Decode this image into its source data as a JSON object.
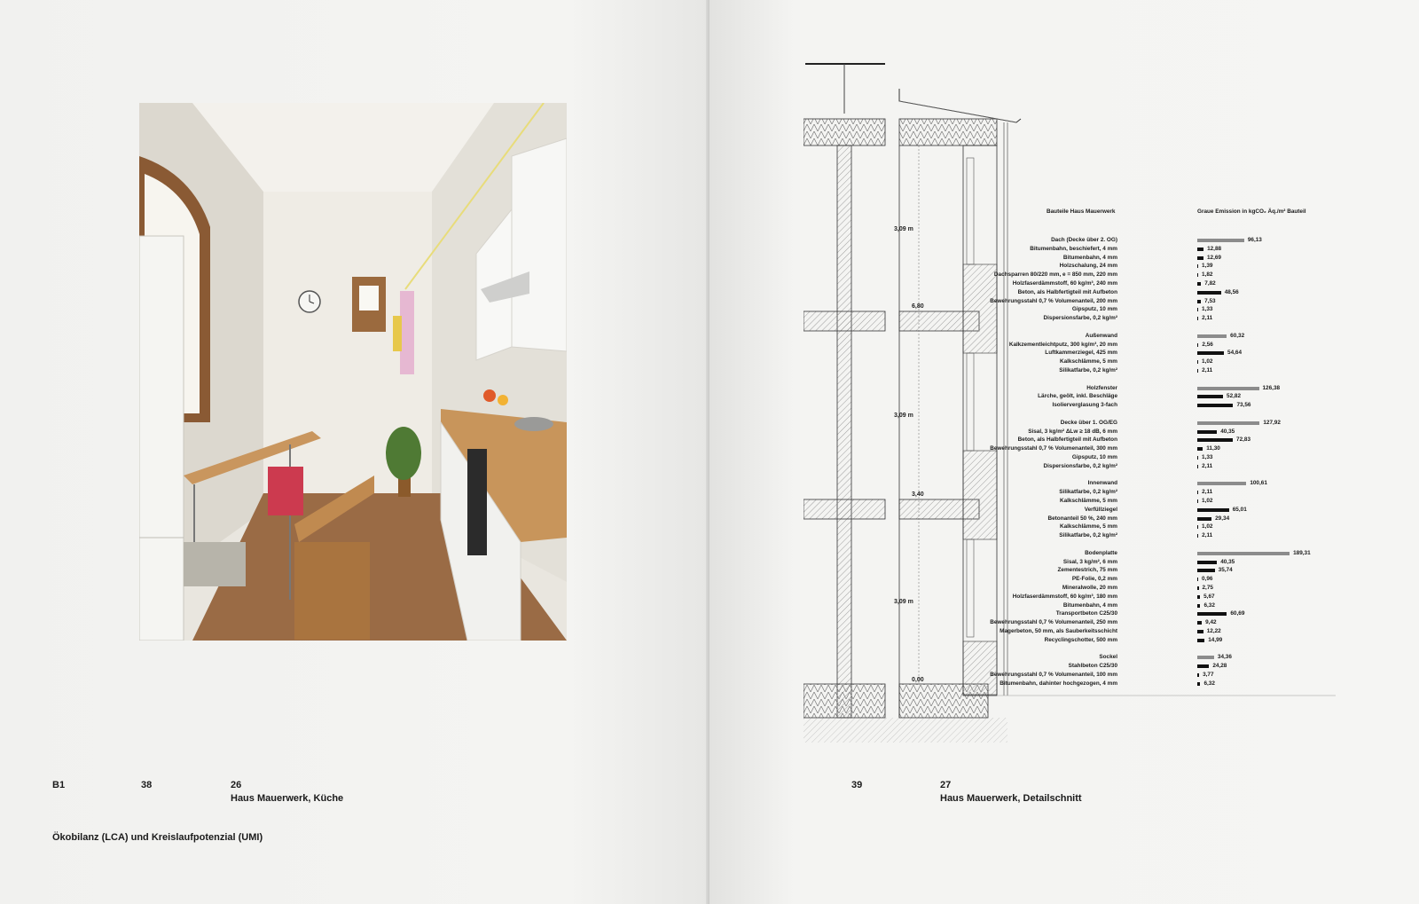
{
  "left_page": {
    "section_code": "B1",
    "page_number": "38",
    "figure_number": "26",
    "figure_caption": "Haus Mauerwerk, Küche",
    "section_title": "Ökobilanz (LCA) und Kreislaufpotenzial (UMI)"
  },
  "right_page": {
    "page_number": "39",
    "figure_number": "27",
    "figure_caption": "Haus Mauerwerk, Detailschnitt"
  },
  "drawing": {
    "level_labels": [
      "3,09 m",
      "6,80",
      "3,09 m",
      "3,40",
      "3,09 m",
      "0,00"
    ]
  },
  "chart_data": {
    "type": "bar",
    "title": "Graue Emission in kgCO₂ Äq./m² Bauteil",
    "category_header": "Bauteile Haus Mauerwerk",
    "groups": [
      {
        "name": "Dach (Decke über 2. OG)",
        "total": 96.13,
        "total_label": "96,13",
        "items": [
          {
            "name": "Bitumenbahn, beschiefert, 4 mm",
            "value": 12.88,
            "label": "12,88"
          },
          {
            "name": "Bitumenbahn, 4 mm",
            "value": 12.69,
            "label": "12,69"
          },
          {
            "name": "Holzschalung, 24 mm",
            "value": 1.39,
            "label": "1,39"
          },
          {
            "name": "Dachsparren 80/220 mm, e = 850 mm, 220 mm",
            "value": 1.82,
            "label": "1,82"
          },
          {
            "name": "Holzfaserdämmstoff, 60 kg/m³, 240 mm",
            "value": 7.82,
            "label": "7,82"
          },
          {
            "name": "Beton, als Halbfertigteil mit Aufbeton",
            "value": 48.56,
            "label": "48,56"
          },
          {
            "name": "Bewehrungsstahl 0,7 % Volumenanteil, 200 mm",
            "value": 7.53,
            "label": "7,53"
          },
          {
            "name": "Gipsputz, 10 mm",
            "value": 1.33,
            "label": "1,33"
          },
          {
            "name": "Dispersionsfarbe, 0,2 kg/m²",
            "value": 2.11,
            "label": "2,11"
          }
        ]
      },
      {
        "name": "Außenwand",
        "total": 60.32,
        "total_label": "60,32",
        "items": [
          {
            "name": "Kalkzementleichtputz, 300 kg/m³, 20 mm",
            "value": 2.56,
            "label": "2,56"
          },
          {
            "name": "Luftkammerziegel, 425 mm",
            "value": 54.64,
            "label": "54,64"
          },
          {
            "name": "Kalkschlämme, 5 mm",
            "value": 1.02,
            "label": "1,02"
          },
          {
            "name": "Silikatfarbe, 0,2 kg/m²",
            "value": 2.11,
            "label": "2,11"
          }
        ]
      },
      {
        "name": "Holzfenster",
        "total": 126.38,
        "total_label": "126,38",
        "items": [
          {
            "name": "Lärche, geölt, inkl. Beschläge",
            "value": 52.82,
            "label": "52,82"
          },
          {
            "name": "Isolierverglasung 3-fach",
            "value": 73.56,
            "label": "73,56"
          }
        ]
      },
      {
        "name": "Decke über 1. OG/EG",
        "total": 127.92,
        "total_label": "127,92",
        "items": [
          {
            "name": "Sisal, 3 kg/m² ΔLw ≥ 18 dB, 6 mm",
            "value": 40.35,
            "label": "40,35"
          },
          {
            "name": "Beton, als Halbfertigteil mit Aufbeton",
            "value": 72.83,
            "label": "72,83"
          },
          {
            "name": "Bewehrungsstahl 0,7 % Volumenanteil, 300 mm",
            "value": 11.3,
            "label": "11,30"
          },
          {
            "name": "Gipsputz, 10 mm",
            "value": 1.33,
            "label": "1,33"
          },
          {
            "name": "Dispersionsfarbe, 0,2 kg/m²",
            "value": 2.11,
            "label": "2,11"
          }
        ]
      },
      {
        "name": "Innenwand",
        "total": 100.61,
        "total_label": "100,61",
        "items": [
          {
            "name": "Silikatfarbe, 0,2 kg/m²",
            "value": 2.11,
            "label": "2,11"
          },
          {
            "name": "Kalkschlämme, 5 mm",
            "value": 1.02,
            "label": "1,02"
          },
          {
            "name": "Verfüllziegel",
            "value": 65.01,
            "label": "65,01"
          },
          {
            "name": "Betonanteil 50 %, 240 mm",
            "value": 29.34,
            "label": "29,34"
          },
          {
            "name": "Kalkschlämme, 5 mm",
            "value": 1.02,
            "label": "1,02"
          },
          {
            "name": "Silikatfarbe, 0,2 kg/m²",
            "value": 2.11,
            "label": "2,11"
          }
        ]
      },
      {
        "name": "Bodenplatte",
        "total": 189.31,
        "total_label": "189,31",
        "items": [
          {
            "name": "Sisal, 3 kg/m², 6 mm",
            "value": 40.35,
            "label": "40,35"
          },
          {
            "name": "Zementestrich, 75 mm",
            "value": 35.74,
            "label": "35,74"
          },
          {
            "name": "PE-Folie, 0,2 mm",
            "value": 0.96,
            "label": "0,96"
          },
          {
            "name": "Mineralwolle, 20 mm",
            "value": 2.75,
            "label": "2,75"
          },
          {
            "name": "Holzfaserdämmstoff, 60 kg/m³, 180 mm",
            "value": 5.67,
            "label": "5,67"
          },
          {
            "name": "Bitumenbahn, 4 mm",
            "value": 6.32,
            "label": "6,32"
          },
          {
            "name": "Transportbeton C25/30",
            "value": 60.69,
            "label": "60,69"
          },
          {
            "name": "Bewehrungsstahl 0,7 % Volumenanteil, 250 mm",
            "value": 9.42,
            "label": "9,42"
          },
          {
            "name": "Magerbeton, 50 mm, als Sauberkeitsschicht",
            "value": 12.22,
            "label": "12,22"
          },
          {
            "name": "Recyclingschotter, 500 mm",
            "value": 14.99,
            "label": "14,99"
          }
        ]
      },
      {
        "name": "Sockel",
        "total": 34.36,
        "total_label": "34,36",
        "items": [
          {
            "name": "Stahlbeton C25/30",
            "value": 24.28,
            "label": "24,28"
          },
          {
            "name": "Bewehrungsstahl 0,7 % Volumenanteil, 100 mm",
            "value": 3.77,
            "label": "3,77"
          },
          {
            "name": "Bitumenbahn, dahinter hochgezogen, 4 mm",
            "value": 6.32,
            "label": "6,32"
          }
        ]
      }
    ],
    "colors": {
      "total": "#8c8c8c",
      "item": "#111111"
    }
  }
}
